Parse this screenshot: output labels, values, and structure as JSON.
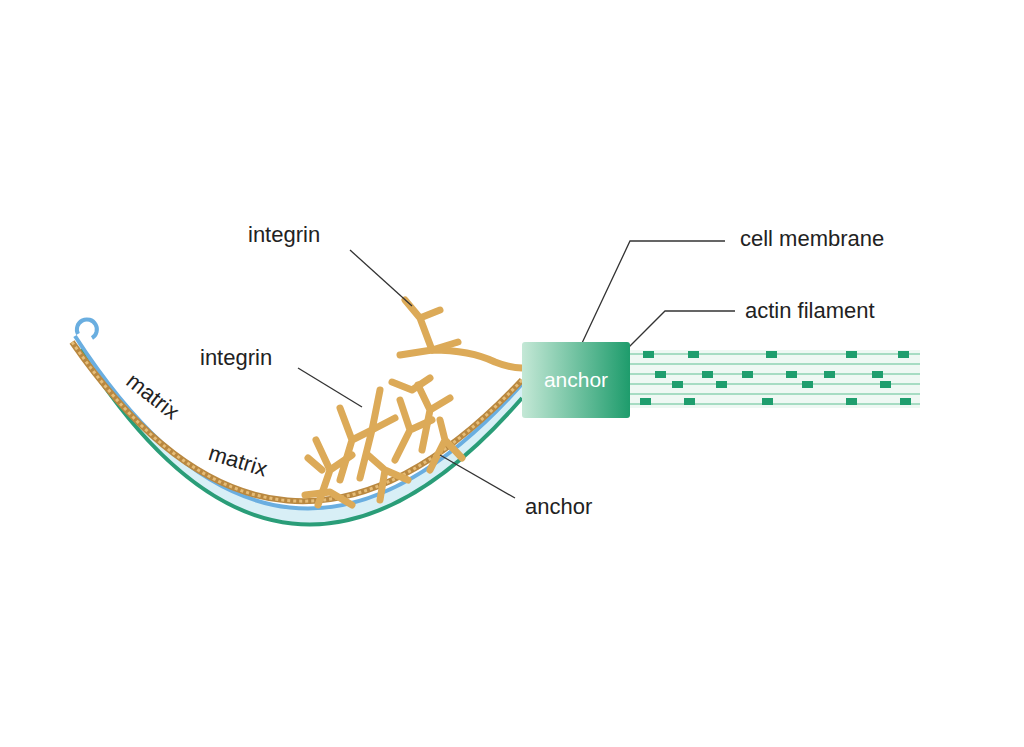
{
  "diagram": {
    "nodes": [
      {
        "text": [
          "anchor"
        ]
      }
    ],
    "labels": [
      "integrin",
      "integrin",
      "cell membrane",
      "actin filament",
      "matrix",
      "matrix",
      "anchor"
    ]
  }
}
